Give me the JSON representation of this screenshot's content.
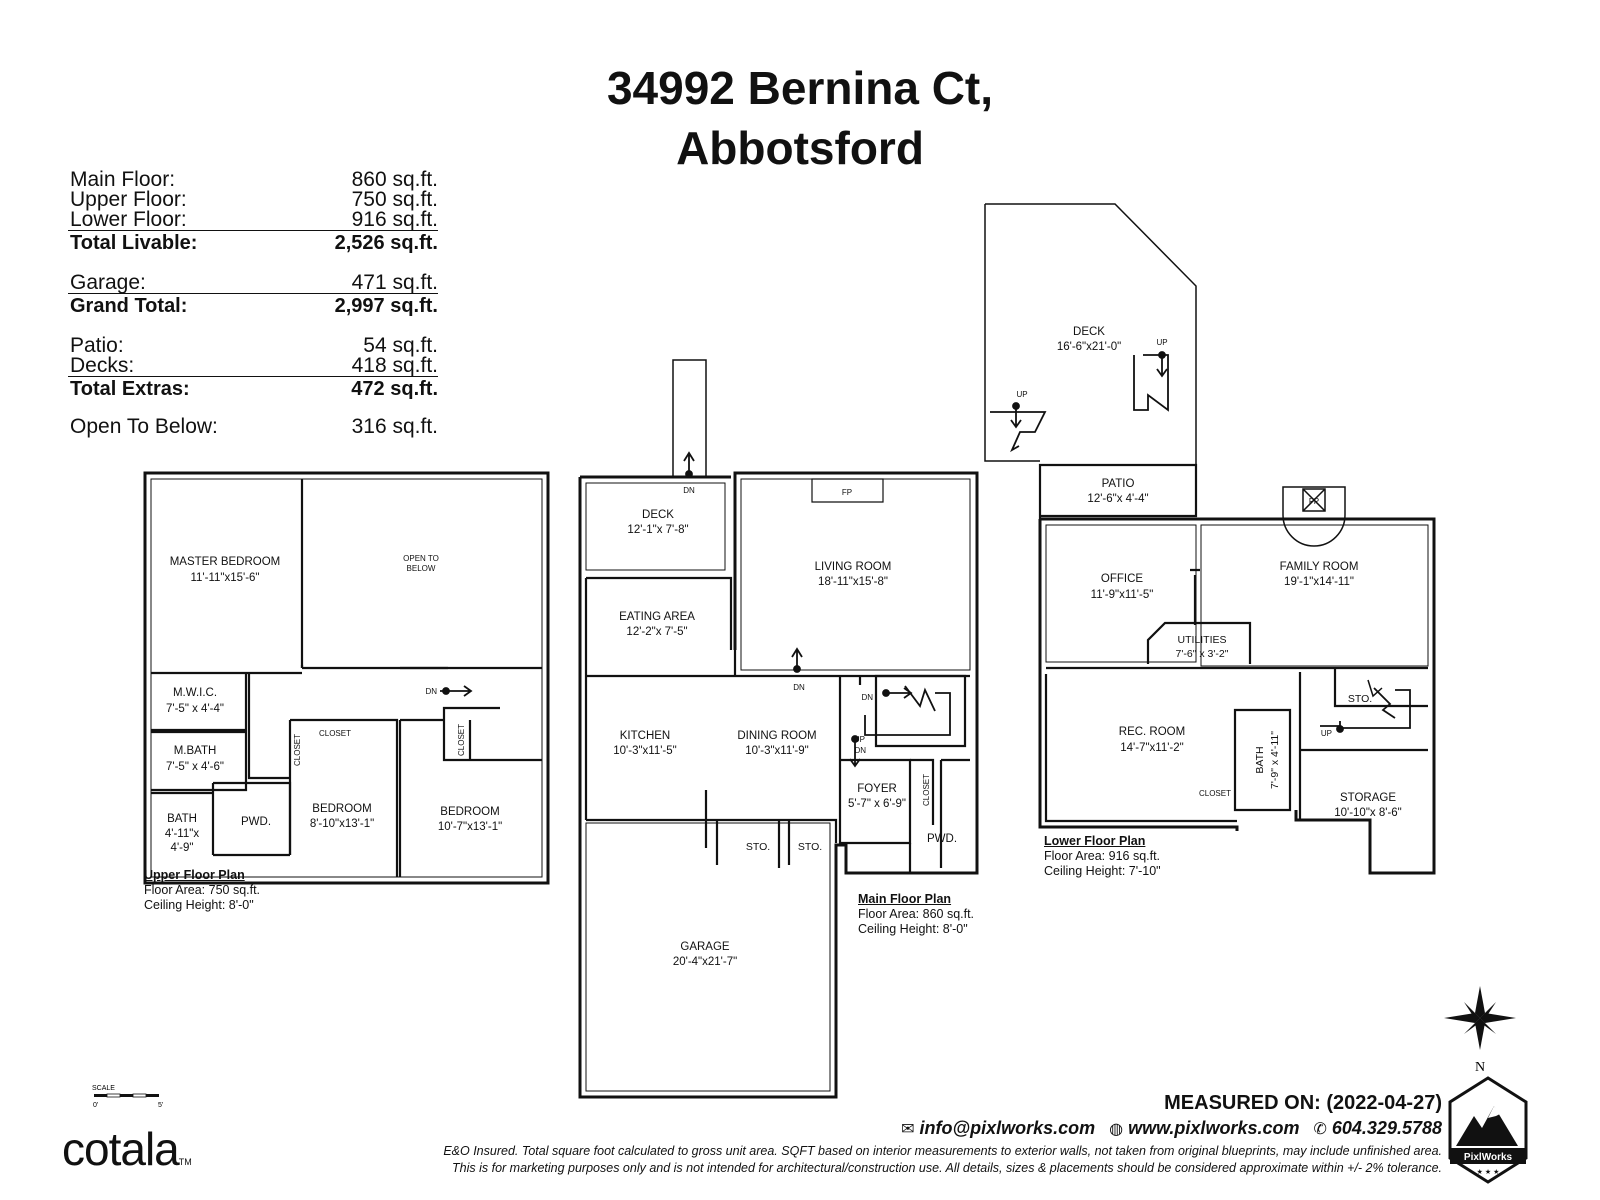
{
  "title": {
    "line1": "34992 Bernina Ct,",
    "line2": "Abbotsford"
  },
  "summary": {
    "groups": [
      {
        "rows": [
          {
            "label": "Main Floor:",
            "value": "860 sq.ft."
          },
          {
            "label": "Upper Floor:",
            "value": "750 sq.ft."
          },
          {
            "label": "Lower Floor:",
            "value": "916 sq.ft."
          }
        ],
        "total": {
          "label": "Total Livable:",
          "value": "2,526 sq.ft."
        }
      },
      {
        "rows": [
          {
            "label": "Garage:",
            "value": "471 sq.ft."
          }
        ],
        "total": {
          "label": "Grand Total:",
          "value": "2,997 sq.ft."
        }
      },
      {
        "rows": [
          {
            "label": "Patio:",
            "value": "54 sq.ft."
          },
          {
            "label": "Decks:",
            "value": "418 sq.ft."
          }
        ],
        "total": {
          "label": "Total Extras:",
          "value": "472 sq.ft."
        }
      }
    ],
    "open_to_below": {
      "label": "Open To Below:",
      "value": "316 sq.ft."
    }
  },
  "upper": {
    "plan_title": "Upper Floor Plan",
    "area": "Floor Area: 750 sq.ft.",
    "ceiling": "Ceiling Height: 8'-0\"",
    "rooms": {
      "master_bedroom": {
        "name": "MASTER BEDROOM",
        "dim": "11'-11\"x15'-6\""
      },
      "open_to_below": {
        "line1": "OPEN TO",
        "line2": "BELOW"
      },
      "mwic": {
        "name": "M.W.I.C.",
        "dim": "7'-5\" x 4'-4\""
      },
      "mbath": {
        "name": "M.BATH",
        "dim": "7'-5\" x 4'-6\""
      },
      "bath": {
        "name": "BATH",
        "dim1": "4'-11\"x",
        "dim2": "4'-9\""
      },
      "pwd": "PWD.",
      "closet_v1": "CLOSET",
      "closet_h": "CLOSET",
      "closet_v2": "CLOSET",
      "bedroom1": {
        "name": "BEDROOM",
        "dim": "8'-10\"x13'-1\""
      },
      "bedroom2": {
        "name": "BEDROOM",
        "dim": "10'-7\"x13'-1\""
      },
      "dn": "DN"
    }
  },
  "main": {
    "plan_title": "Main Floor Plan",
    "area": "Floor Area: 860 sq.ft.",
    "ceiling": "Ceiling Height: 8'-0\"",
    "rooms": {
      "deck": {
        "name": "DECK",
        "dim": "12'-1\"x 7'-8\""
      },
      "deck_dn": "DN",
      "fp": "FP",
      "living": {
        "name": "LIVING ROOM",
        "dim": "18'-11\"x15'-8\""
      },
      "eating": {
        "name": "EATING AREA",
        "dim": "12'-2\"x 7'-5\""
      },
      "living_dn": "DN",
      "kitchen": {
        "name": "KITCHEN",
        "dim": "10'-3\"x11'-5\""
      },
      "dining": {
        "name": "DINING ROOM",
        "dim": "10'-3\"x11'-9\""
      },
      "stair_dn": "DN",
      "stair_up": "UP",
      "stair_dn2": "DN",
      "foyer": {
        "name": "FOYER",
        "dim": "5'-7\" x 6'-9\""
      },
      "closet": "CLOSET",
      "pwd": "PWD.",
      "sto1": "STO.",
      "sto2": "STO.",
      "garage": {
        "name": "GARAGE",
        "dim": "20'-4\"x21'-7\""
      }
    }
  },
  "lower": {
    "plan_title": "Lower Floor Plan",
    "area": "Floor Area: 916 sq.ft.",
    "ceiling": "Ceiling Height: 7'-10\"",
    "rooms": {
      "deck": {
        "name": "DECK",
        "dim": "16'-6\"x21'-0\""
      },
      "up1": "UP",
      "up2": "UP",
      "patio": {
        "name": "PATIO",
        "dim": "12'-6\"x 4'-4\""
      },
      "fp": "FP",
      "office": {
        "name": "OFFICE",
        "dim": "11'-9\"x11'-5\""
      },
      "family": {
        "name": "FAMILY ROOM",
        "dim": "19'-1\"x14'-11\""
      },
      "utilities": {
        "name": "UTILITIES",
        "dim": "7'-6\" x 3'-2\""
      },
      "sto": "STO.",
      "up3": "UP",
      "rec": {
        "name": "REC. ROOM",
        "dim": "14'-7\"x11'-2\""
      },
      "closet": "CLOSET",
      "bath": {
        "name": "BATH",
        "dim": "7'-9\" x 4'-11\""
      },
      "storage": {
        "name": "STORAGE",
        "dim": "10'-10\"x 8'-6\""
      }
    }
  },
  "compass_n": "N",
  "scale": {
    "label": "SCALE",
    "start": "0'",
    "end": "5'"
  },
  "footer": {
    "measured": "MEASURED ON: (2022-04-27)",
    "email": "info@pixlworks.com",
    "website": "www.pixlworks.com",
    "phone": "604.329.5788",
    "disclaimer1": "E&O Insured.  Total square foot calculated to gross unit area. SQFT based on interior measurements to exterior walls, not taken from original blueprints, may include unfinished area.",
    "disclaimer2": "This is for marketing purposes only and is not intended for architectural/construction use.  All details, sizes & placements should be considered approximate within +/- 2%  tolerance.",
    "brand": "cotala",
    "brand_tm": "TM",
    "logo_text": "PixlWorks"
  }
}
